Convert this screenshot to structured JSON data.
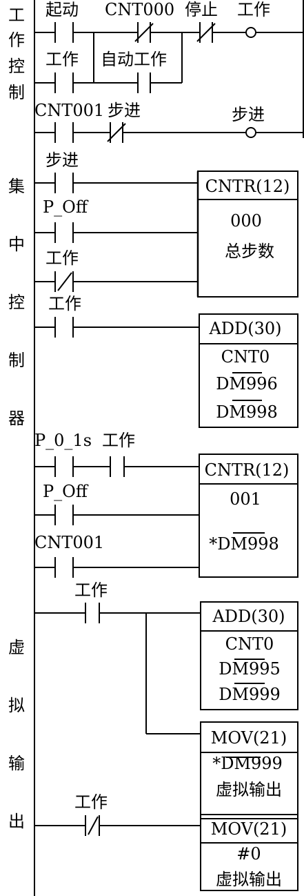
{
  "side_labels": [
    "工",
    "作",
    "控",
    "制",
    "集",
    "中",
    "控",
    "制",
    "器",
    "虚",
    "拟",
    "输",
    "出"
  ],
  "contacts": {
    "r1_start": "起动",
    "r1_cnt000": "CNT000",
    "r1_stop": "停止",
    "r1_coil_work": "工作",
    "r2_work": "工作",
    "r2_auto": "自动工作",
    "r3_cnt001": "CNT001",
    "r3_step": "步进",
    "r3_coil_step": "步进",
    "r4_step": "步进",
    "r5_poff": "P_Off",
    "r6_work": "工作",
    "r7_work": "工作",
    "r8_p01s": "P_0_1s",
    "r8_work": "工作",
    "r9_poff": "P_Off",
    "r10_cnt001": "CNT001",
    "r11_work": "工作",
    "r12_work": "工作"
  },
  "boxes": {
    "cntr1_title": "CNTR(12)",
    "cntr1_l1": "000",
    "cntr1_l2": "总步数",
    "add1_title": "ADD(30)",
    "add1_l1": "CNT0",
    "add1_l2": "DM996",
    "add1_l3": "DM998",
    "cntr2_title": "CNTR(12)",
    "cntr2_l1": "001",
    "cntr2_l2": "*DM998",
    "add2_title": "ADD(30)",
    "add2_l1": "CNT0",
    "add2_l2": "DM995",
    "add2_l3": "DM999",
    "mov1_title": "MOV(21)",
    "mov1_l1": "*DM999",
    "mov1_l2": "虚拟输出",
    "mov2_title": "MOV(21)",
    "mov2_l1": "#0",
    "mov2_l2": "虚拟输出"
  }
}
